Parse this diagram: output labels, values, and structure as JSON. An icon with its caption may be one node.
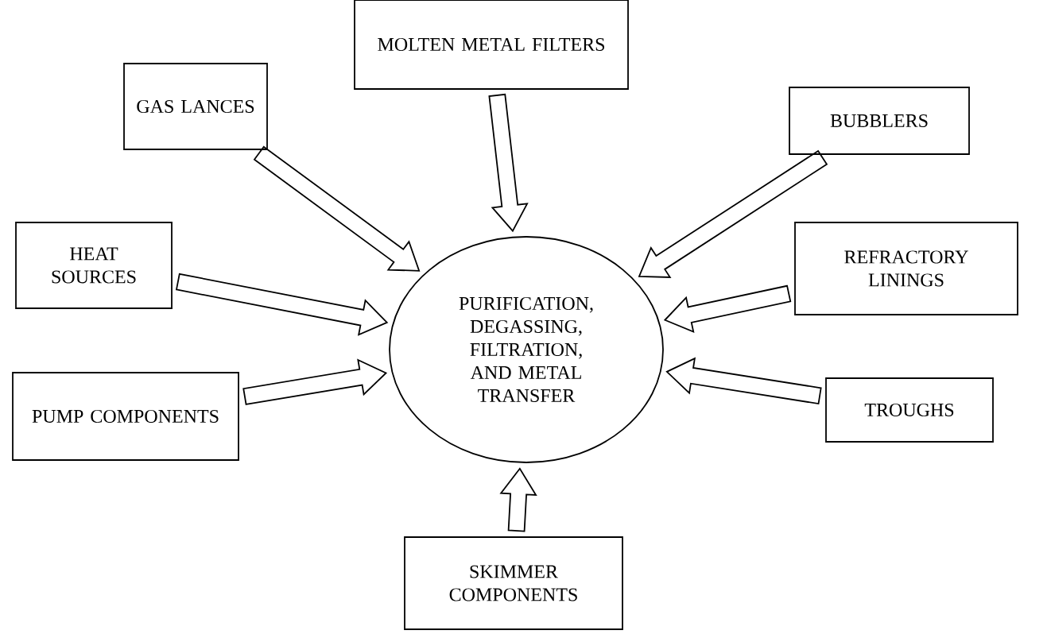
{
  "diagram": {
    "nodes": [
      {
        "text": [
          "PURIFICATION, DEGASSING, FILTRATION, AND METAL TRANSFER"
        ]
      },
      {
        "text": [
          "MOLTEN METAL FILTERS"
        ]
      },
      {
        "text": [
          "GAS LANCES"
        ]
      },
      {
        "text": [
          "BUBBLERS"
        ]
      },
      {
        "text": [
          "HEAT SOURCES"
        ]
      },
      {
        "text": [
          "REFRACTORY LININGS"
        ]
      },
      {
        "text": [
          "PUMP COMPONENTS"
        ]
      },
      {
        "text": [
          "TROUGHS"
        ]
      },
      {
        "text": [
          "SKIMMER COMPONENTS"
        ]
      }
    ],
    "edges": [
      {
        "from": 1,
        "to": 0,
        "arrow": "to"
      },
      {
        "from": 2,
        "to": 0,
        "arrow": "to"
      },
      {
        "from": 3,
        "to": 0,
        "arrow": "to"
      },
      {
        "from": 4,
        "to": 0,
        "arrow": "to"
      },
      {
        "from": 5,
        "to": 0,
        "arrow": "to"
      },
      {
        "from": 6,
        "to": 0,
        "arrow": "to"
      },
      {
        "from": 7,
        "to": 0,
        "arrow": "to"
      },
      {
        "from": 8,
        "to": 0,
        "arrow": "to"
      }
    ]
  }
}
